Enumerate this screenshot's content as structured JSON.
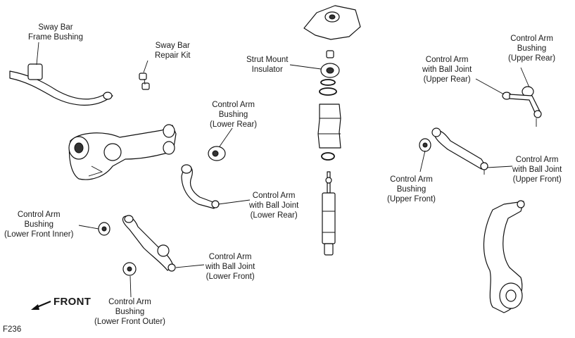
{
  "labels": {
    "sway_bar_frame_bushing": [
      "Sway Bar",
      "Frame Bushing"
    ],
    "sway_bar_repair_kit": [
      "Sway Bar",
      "Repair Kit"
    ],
    "strut_mount_insulator": [
      "Strut Mount",
      "Insulator"
    ],
    "ca_bushing_lower_rear": [
      "Control Arm",
      "Bushing",
      "(Lower Rear)"
    ],
    "ca_bj_lower_rear": [
      "Control Arm",
      "with Ball Joint",
      "(Lower Rear)"
    ],
    "ca_bushing_lower_front_inner": [
      "Control Arm",
      "Bushing",
      "(Lower Front Inner)"
    ],
    "ca_bj_lower_front": [
      "Control Arm",
      "with Ball Joint",
      "(Lower Front)"
    ],
    "ca_bushing_lower_front_outer": [
      "Control Arm",
      "Bushing",
      "(Lower Front Outer)"
    ],
    "ca_bushing_upper_rear": [
      "Control Arm",
      "Bushing",
      "(Upper Rear)"
    ],
    "ca_bj_upper_rear": [
      "Control Arm",
      "with Ball Joint",
      "(Upper Rear)"
    ],
    "ca_bj_upper_front": [
      "Control Arm",
      "with Ball Joint",
      "(Upper Front)"
    ],
    "ca_bushing_upper_front": [
      "Control Arm",
      "Bushing",
      "(Upper Front)"
    ]
  },
  "front_label": "FRONT",
  "figure_code": "F236"
}
